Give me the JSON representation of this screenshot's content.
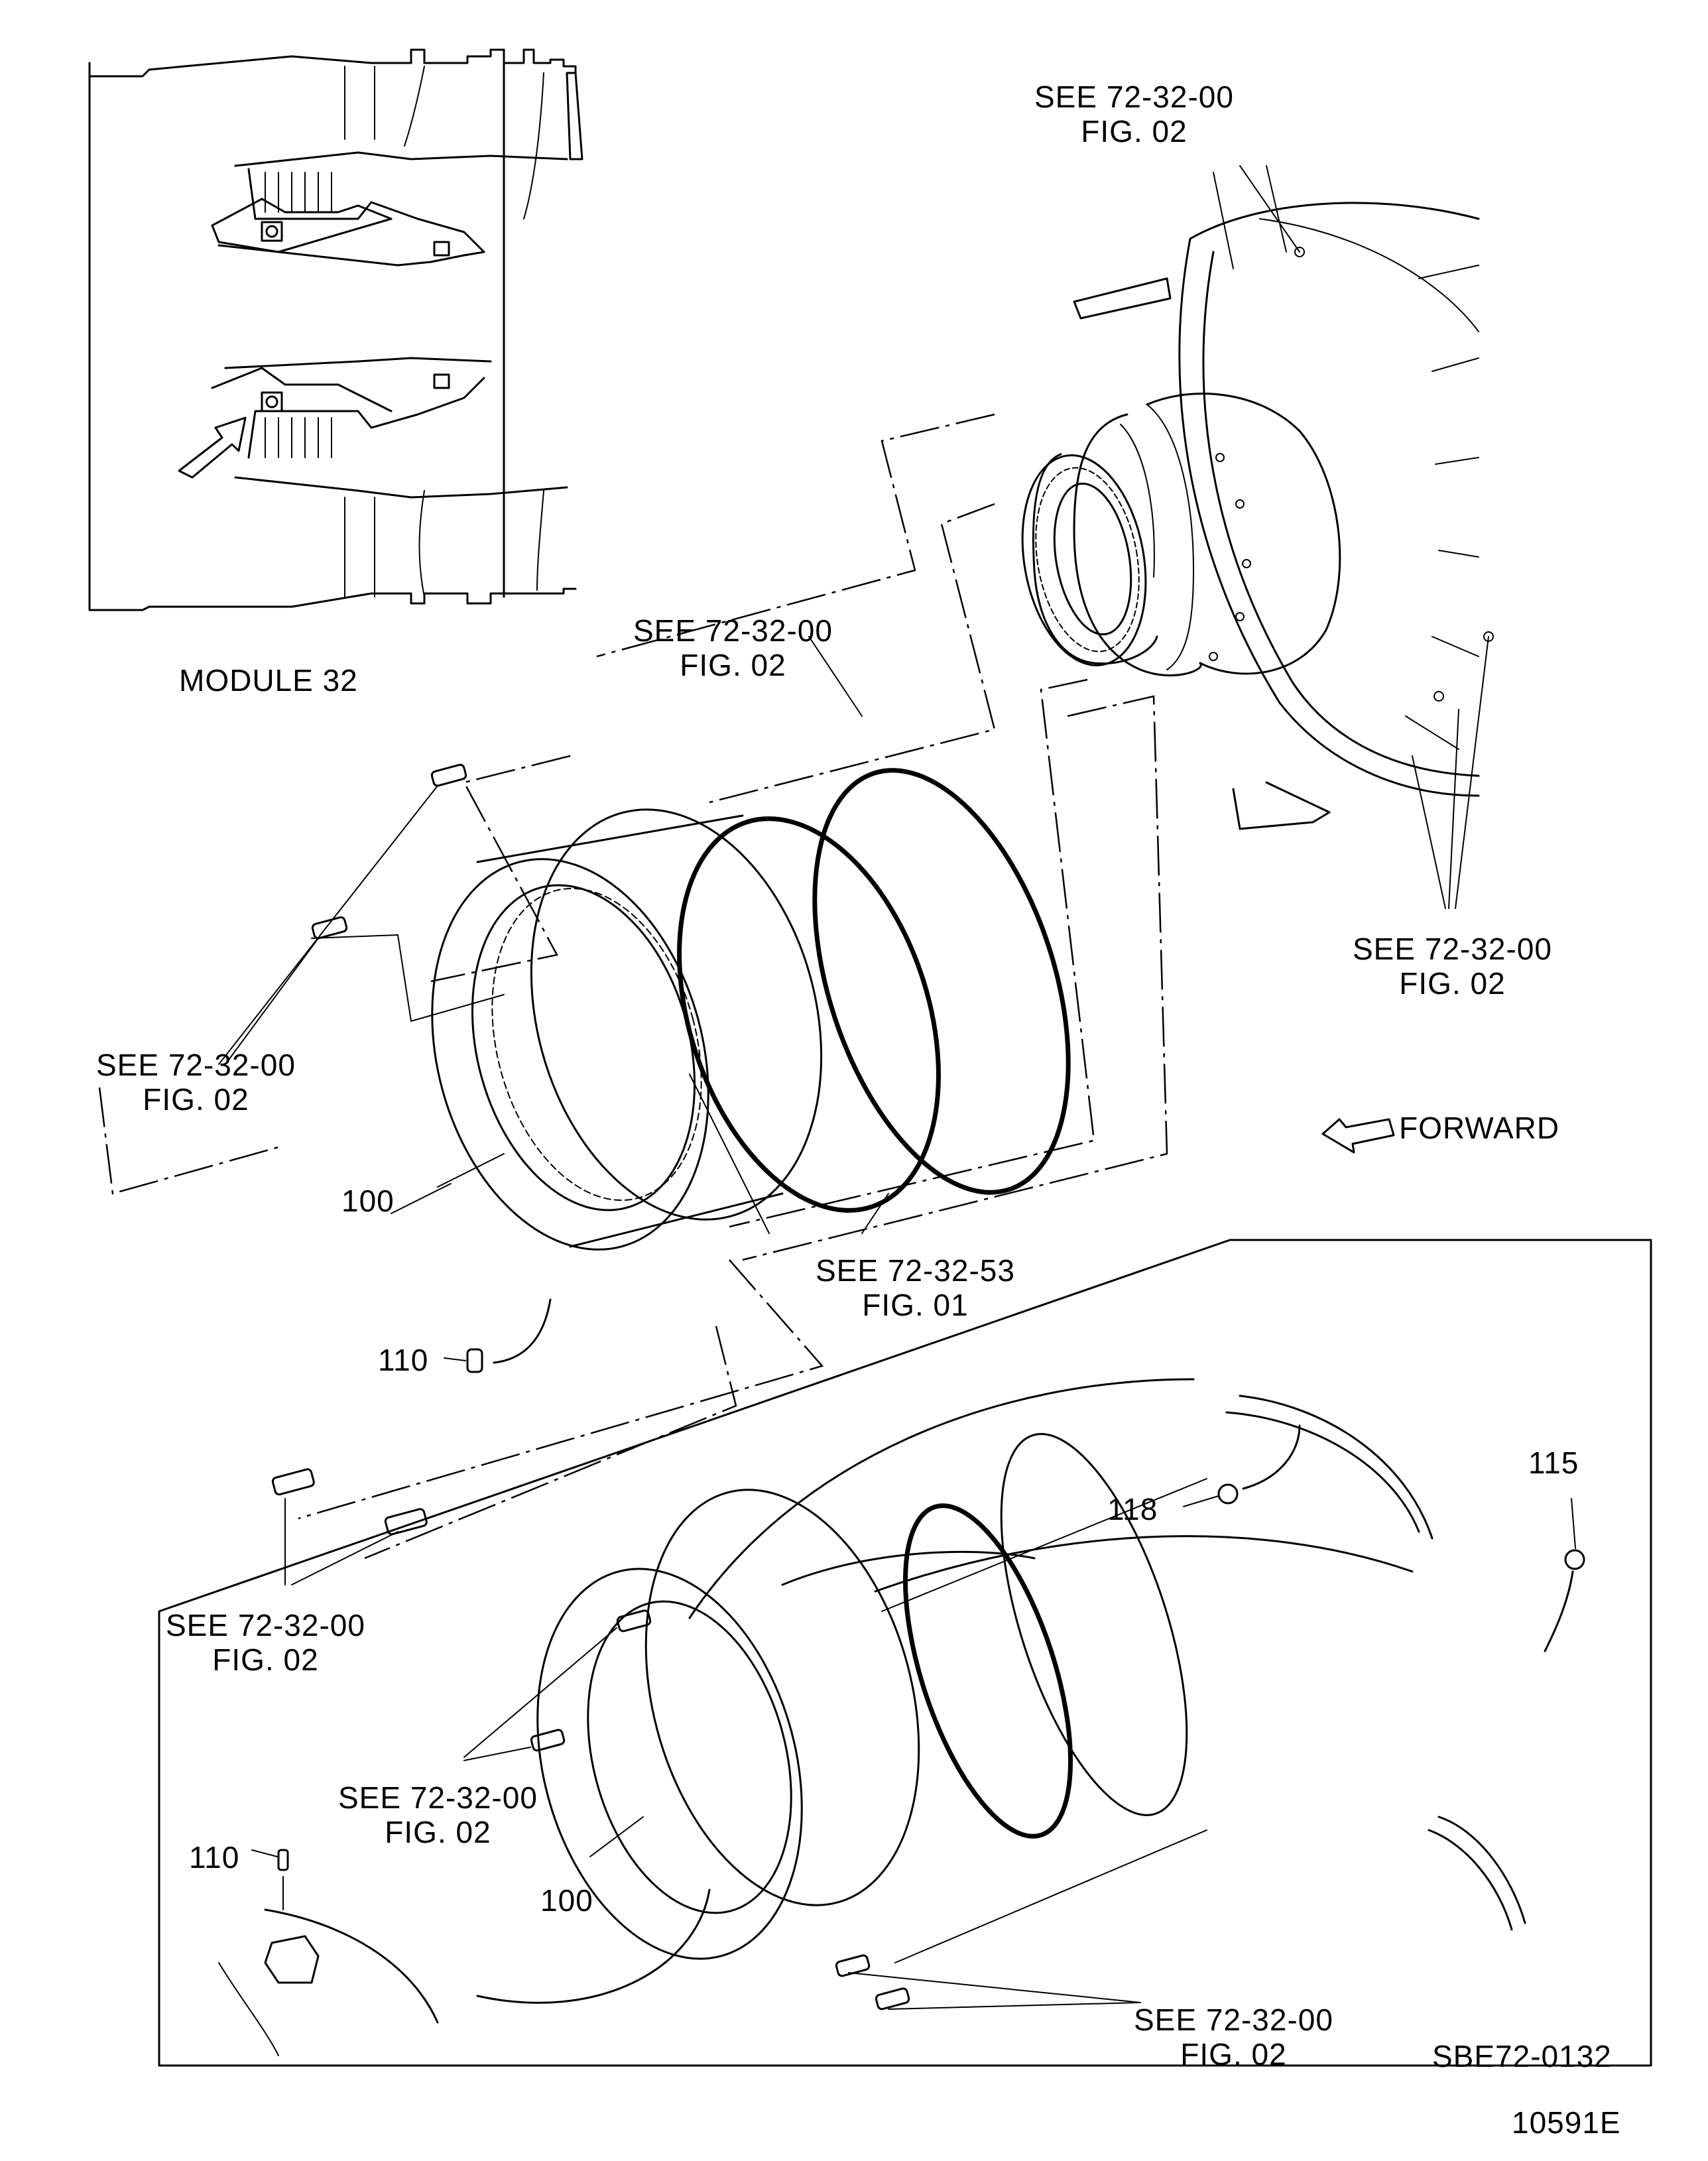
{
  "figure": {
    "inset_title": "MODULE 32",
    "orientation_label": "FORWARD",
    "sheet_reference": "SBE72-0132",
    "drawing_number": "10591E"
  },
  "references": [
    {
      "id": "ref-top-right",
      "line1": "SEE 72-32-00",
      "line2": "FIG. 02"
    },
    {
      "id": "ref-center-ring",
      "line1": "SEE 72-32-00",
      "line2": "FIG. 02"
    },
    {
      "id": "ref-right-bolts",
      "line1": "SEE 72-32-00",
      "line2": "FIG. 02"
    },
    {
      "id": "ref-left-bolts",
      "line1": "SEE 72-32-00",
      "line2": "FIG. 02"
    },
    {
      "id": "ref-seal-rings",
      "line1": "SEE 72-32-53",
      "line2": "FIG. 01"
    },
    {
      "id": "ref-lower-left-bolts",
      "line1": "SEE 72-32-00",
      "line2": "FIG. 02"
    },
    {
      "id": "ref-detail-bolts",
      "line1": "SEE 72-32-00",
      "line2": "FIG. 02"
    },
    {
      "id": "ref-detail-bottom-bolts",
      "line1": "SEE 72-32-00",
      "line2": "FIG. 02"
    }
  ],
  "callouts": [
    {
      "id": "callout-100-main",
      "text": "100"
    },
    {
      "id": "callout-110-main",
      "text": "110"
    },
    {
      "id": "callout-118",
      "text": "118"
    },
    {
      "id": "callout-115",
      "text": "115"
    },
    {
      "id": "callout-110-detail",
      "text": "110"
    },
    {
      "id": "callout-100-detail",
      "text": "100"
    }
  ],
  "icons": {
    "forward_arrow": "hollow-arrow-left-icon",
    "module_arrow": "hollow-arrow-up-right-icon"
  }
}
